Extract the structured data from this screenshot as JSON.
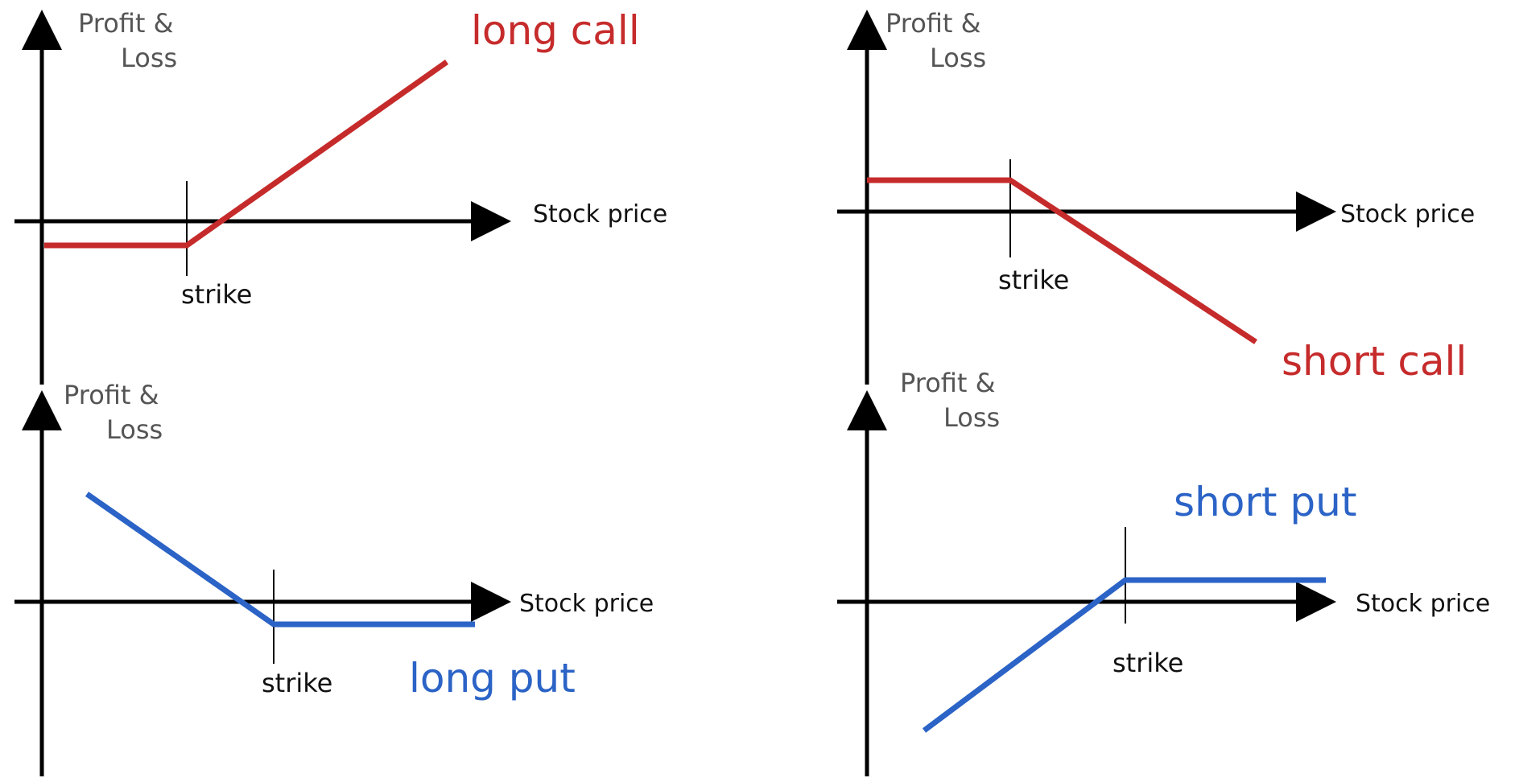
{
  "colors": {
    "call": "#c62b2b",
    "put": "#2b63c6",
    "axis": "#000000"
  },
  "common": {
    "y_axis_label_line1": "Profit &",
    "y_axis_label_line2": "Loss",
    "x_axis_label": "Stock price",
    "strike_label": "strike"
  },
  "panels": [
    {
      "id": "long-call",
      "title": "long call",
      "color_key": "call",
      "payoff": "flat-then-rising"
    },
    {
      "id": "short-call",
      "title": "short call",
      "color_key": "call",
      "payoff": "flat-then-falling"
    },
    {
      "id": "long-put",
      "title": "long put",
      "color_key": "put",
      "payoff": "falling-then-flat"
    },
    {
      "id": "short-put",
      "title": "short put",
      "color_key": "put",
      "payoff": "rising-then-flat"
    }
  ]
}
